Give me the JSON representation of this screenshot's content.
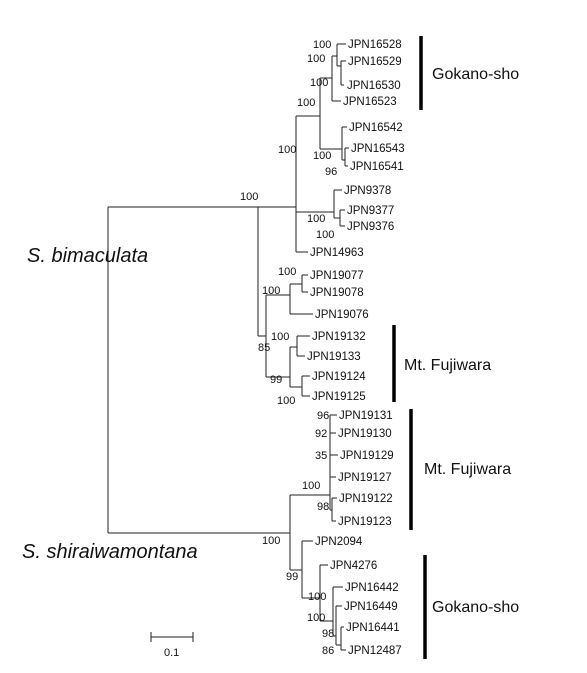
{
  "species": {
    "bimaculata": "S. bimaculata",
    "shiraiwamontana": "S. shiraiwamontana"
  },
  "groups": {
    "gokano_top": "Gokano-sho",
    "fujiwara_top": "Mt. Fujiwara",
    "fujiwara_bottom": "Mt. Fujiwara",
    "gokano_bottom": "Gokano-sho"
  },
  "tips": [
    "JPN16528",
    "JPN16529",
    "JPN16530",
    "JPN16523",
    "JPN16542",
    "JPN16543",
    "JPN16541",
    "JPN9378",
    "JPN9377",
    "JPN9376",
    "JPN14963",
    "JPN19077",
    "JPN19078",
    "JPN19076",
    "JPN19132",
    "JPN19133",
    "JPN19124",
    "JPN19125",
    "JPN19131",
    "JPN19130",
    "JPN19129",
    "JPN19127",
    "JPN19122",
    "JPN19123",
    "JPN2094",
    "JPN4276",
    "JPN16442",
    "JPN16449",
    "JPN16441",
    "JPN12487"
  ],
  "support": [
    "100",
    "100",
    "100",
    "100",
    "100",
    "96",
    "100",
    "100",
    "100",
    "100",
    "100",
    "100",
    "85",
    "100",
    "99",
    "100",
    "96",
    "92",
    "35",
    "100",
    "98",
    "100",
    "99",
    "100",
    "100",
    "98",
    "86"
  ],
  "scale_label": "0.1",
  "colors": {
    "line": "#222222",
    "bar": "#000000",
    "text": "#111111"
  }
}
